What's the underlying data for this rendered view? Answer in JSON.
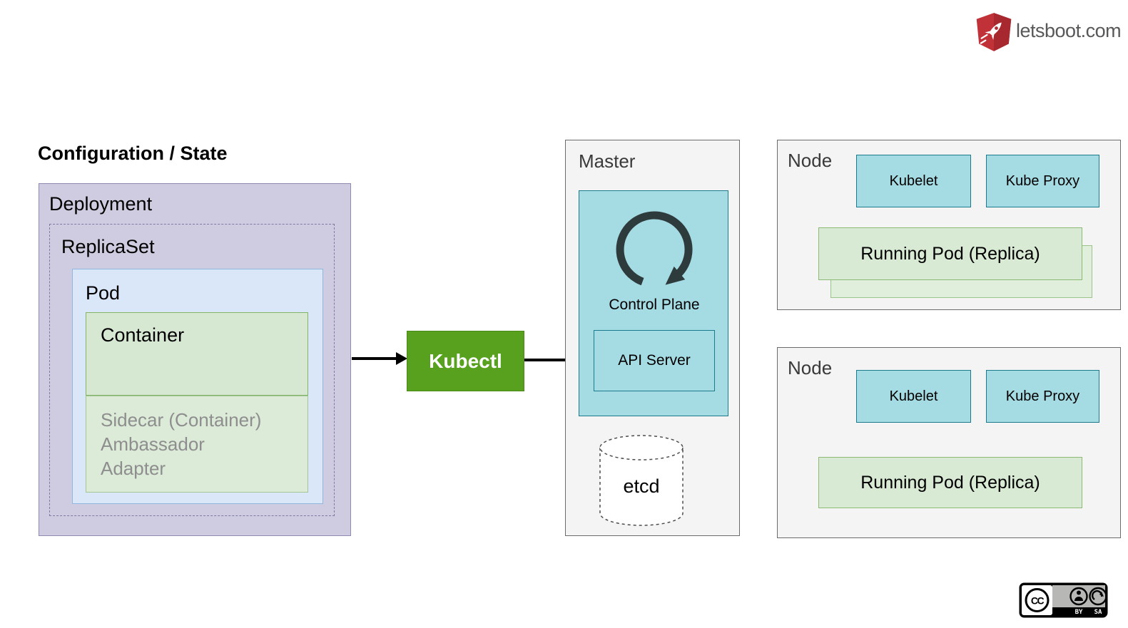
{
  "title": "Configuration / State",
  "brand": {
    "name": "letsboot.com"
  },
  "workload": {
    "deployment": "Deployment",
    "replicaset": "ReplicaSet",
    "pod": "Pod",
    "container": "Container",
    "sidecar_lines": [
      "Sidecar (Container)",
      "Ambassador",
      "Adapter"
    ]
  },
  "cli": {
    "label": "Kubectl"
  },
  "master": {
    "label": "Master",
    "control_plane": "Control Plane",
    "api_server": "API Server",
    "etcd": "etcd"
  },
  "nodes": [
    {
      "label": "Node",
      "kubelet": "Kubelet",
      "kube_proxy": "Kube Proxy",
      "running_pod": "Running Pod (Replica)"
    },
    {
      "label": "Node",
      "kubelet": "Kubelet",
      "kube_proxy": "Kube Proxy",
      "running_pod": "Running Pod (Replica)"
    }
  ],
  "license": {
    "cc": "CC",
    "by": "BY",
    "sa": "SA"
  },
  "colors": {
    "deployment_fill": "#cfcce2",
    "pod_fill": "#dae7f9",
    "container_fill": "#d6e8d1",
    "kubectl_green": "#58a11f",
    "cyan_fill": "#a5dbe3",
    "cyan_border": "#1b7a8c",
    "group_fill": "#f4f4f4",
    "running_pod_fill": "#d8ead3",
    "brand_red": "#c03238"
  }
}
